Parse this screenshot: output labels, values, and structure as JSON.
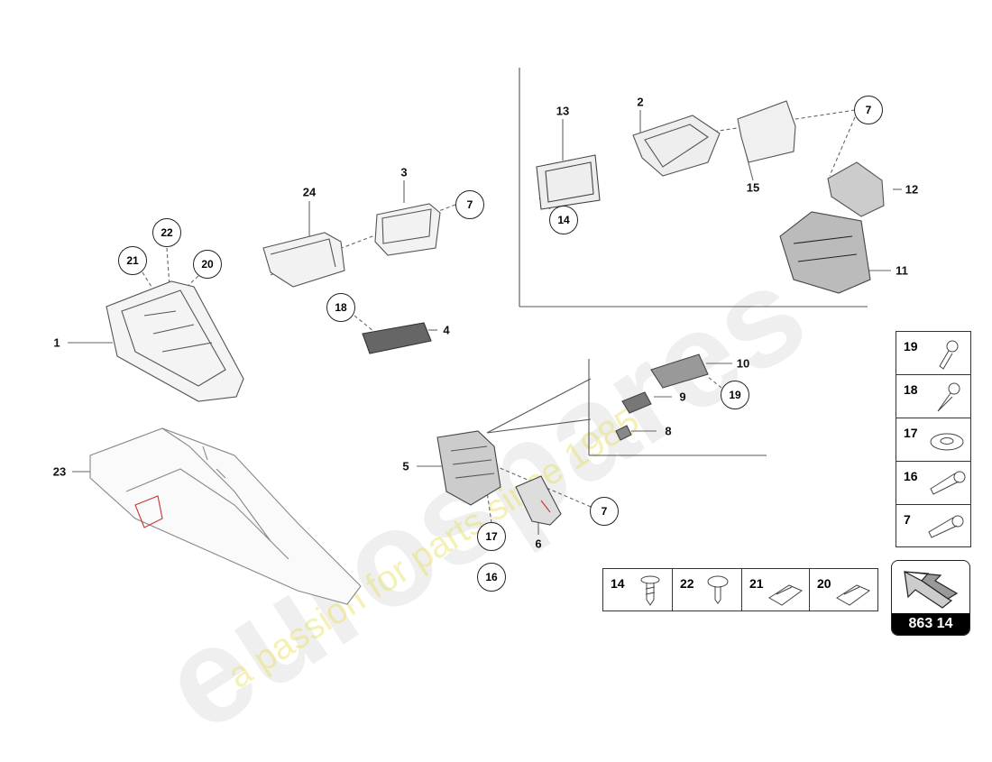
{
  "diagram": {
    "callouts": [
      "1",
      "2",
      "3",
      "4",
      "5",
      "6",
      "8",
      "9",
      "10",
      "11",
      "12",
      "13",
      "15",
      "23",
      "24"
    ],
    "circled_callouts": [
      "22",
      "21",
      "20",
      "7",
      "18",
      "14",
      "7",
      "19",
      "7",
      "17",
      "16"
    ],
    "hardware_column": [
      {
        "number": "19",
        "icon": "screw-icon"
      },
      {
        "number": "18",
        "icon": "screw-icon"
      },
      {
        "number": "17",
        "icon": "washer-icon"
      },
      {
        "number": "16",
        "icon": "bolt-icon"
      },
      {
        "number": "7",
        "icon": "bolt-icon"
      }
    ],
    "hardware_row": [
      {
        "number": "14",
        "icon": "tapping-screw-icon"
      },
      {
        "number": "22",
        "icon": "clip-screw-icon"
      },
      {
        "number": "21",
        "icon": "spring-nut-icon"
      },
      {
        "number": "20",
        "icon": "spring-nut-icon"
      }
    ],
    "page_code": "863 14",
    "watermark": {
      "brand": "eurospares",
      "tagline": "a passion for parts since 1985"
    }
  }
}
